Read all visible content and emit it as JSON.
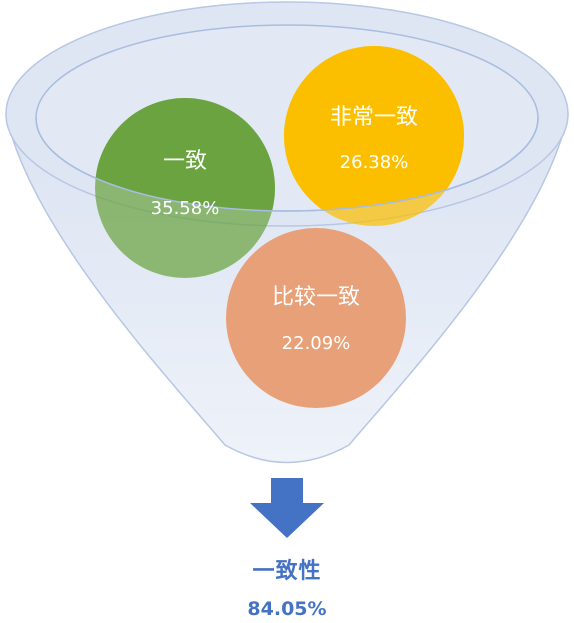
{
  "bubbles": [
    {
      "name": "一致",
      "value": "35.58%",
      "color": "#6aa340"
    },
    {
      "name": "非常一致",
      "value": "26.38%",
      "color": "#fcbf00"
    },
    {
      "name": "比较一致",
      "value": "22.09%",
      "color": "#e7a078"
    }
  ],
  "result": {
    "label": "一致性",
    "value": "84.05%",
    "color": "#4472c4"
  }
}
